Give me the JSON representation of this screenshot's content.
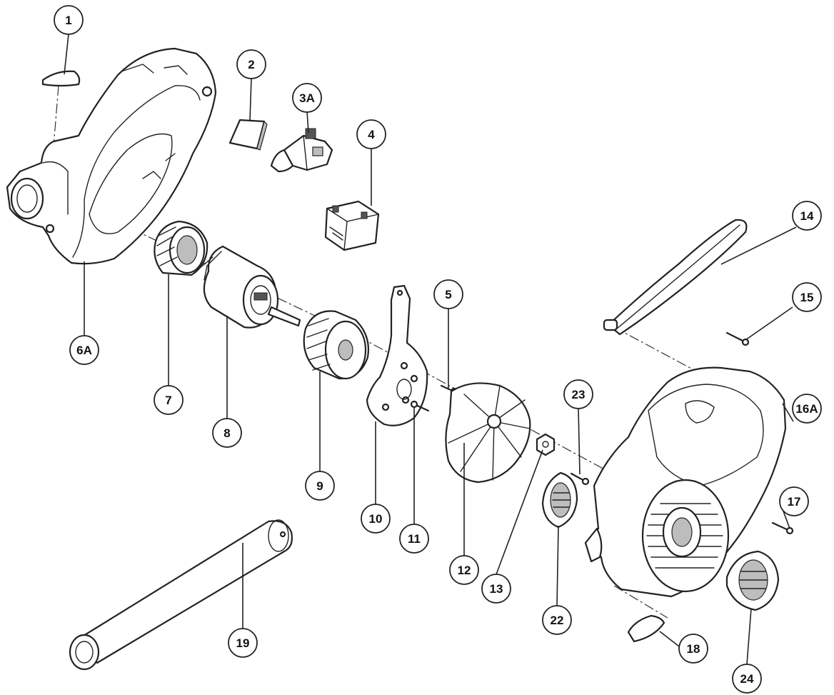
{
  "callouts": [
    {
      "label": "1"
    },
    {
      "label": "2"
    },
    {
      "label": "3A"
    },
    {
      "label": "4"
    },
    {
      "label": "5"
    },
    {
      "label": "6A"
    },
    {
      "label": "7"
    },
    {
      "label": "8"
    },
    {
      "label": "9"
    },
    {
      "label": "10"
    },
    {
      "label": "11"
    },
    {
      "label": "12"
    },
    {
      "label": "13"
    },
    {
      "label": "14"
    },
    {
      "label": "15"
    },
    {
      "label": "16A"
    },
    {
      "label": "17"
    },
    {
      "label": "18"
    },
    {
      "label": "19"
    },
    {
      "label": "22"
    },
    {
      "label": "23"
    },
    {
      "label": "24"
    }
  ]
}
